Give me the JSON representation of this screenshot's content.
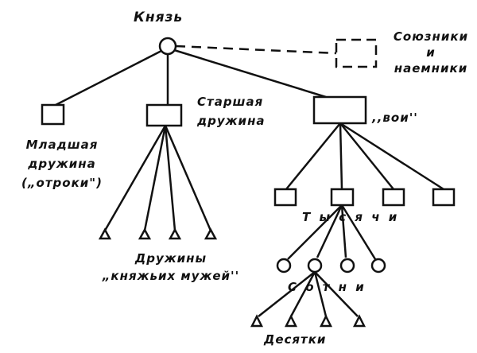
{
  "nodes": {
    "prince": "Князь",
    "allies": [
      "Союзники",
      "и",
      "наемники"
    ],
    "junior": [
      "Младшая",
      "дружина",
      "(„отроки\")"
    ],
    "senior": [
      "Старшая",
      "дружина"
    ],
    "voi": ",,вои''",
    "thousands": "Т ы с я ч и",
    "retinues": [
      "Дружины",
      "„княжьих мужей''"
    ],
    "hundreds": "С о т н и",
    "tens": "Десятки"
  }
}
